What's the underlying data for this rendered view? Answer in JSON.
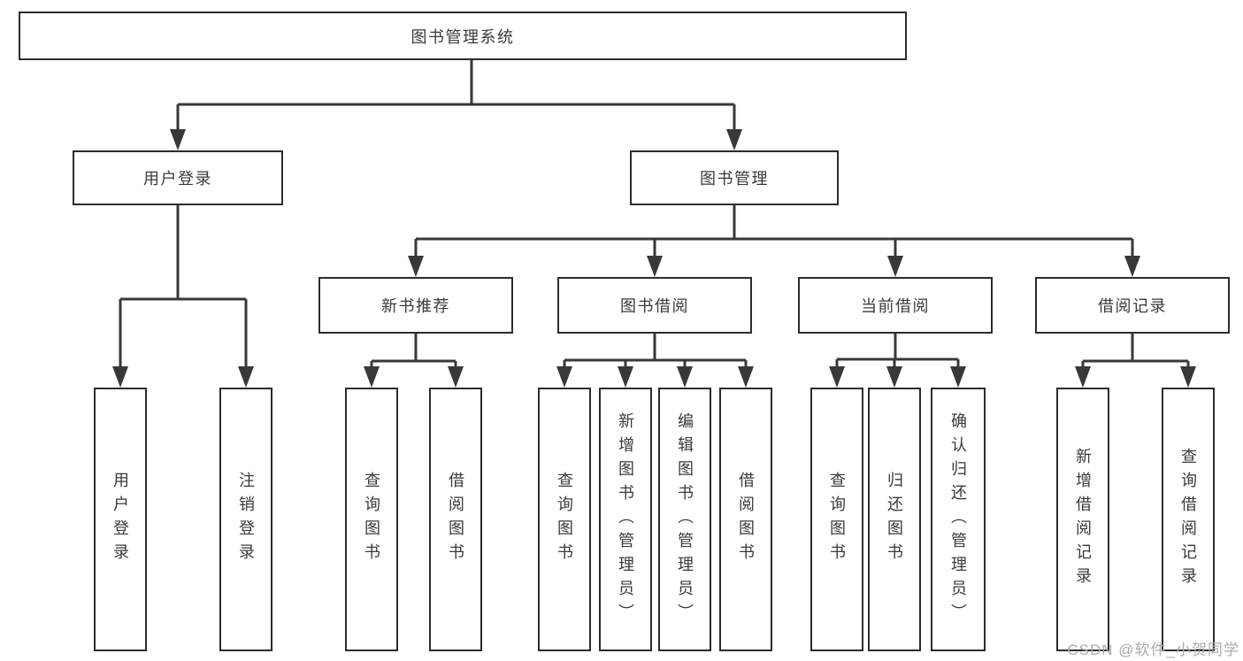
{
  "nodes": {
    "root": "图书管理系统",
    "user_login": "用户登录",
    "book_mgmt": "图书管理",
    "new_book_rec": "新书推荐",
    "book_borrow": "图书借阅",
    "current_borrow": "当前借阅",
    "borrow_record": "借阅记录",
    "leaf_user_login": "用户登录",
    "leaf_logout": "注销登录",
    "leaf_nbr_query": "查询图书",
    "leaf_nbr_borrow": "借阅图书",
    "leaf_bb_query": "查询图书",
    "leaf_bb_add": "新增图书（管理员）",
    "leaf_bb_edit": "编辑图书（管理员）",
    "leaf_bb_borrow": "借阅图书",
    "leaf_cb_query": "查询图书",
    "leaf_cb_return": "归还图书",
    "leaf_cb_confirm": "确认归还（管理员）",
    "leaf_br_add": "新增借阅记录",
    "leaf_br_query": "查询借阅记录"
  },
  "watermark": "CSDN @软件_小贺同学",
  "colors": {
    "line": "#383838",
    "box_border": "#2c2c2c",
    "text": "#3a3a3a",
    "watermark": "#ababab",
    "background": "#ffffff"
  }
}
